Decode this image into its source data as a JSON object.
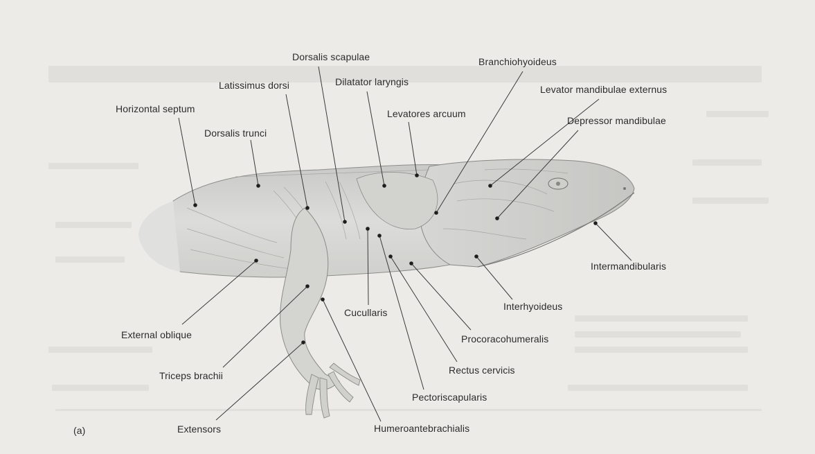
{
  "figure": {
    "panel_label": "(a)",
    "labels": {
      "dorsalis_scapulae": "Dorsalis scapulae",
      "branchiohyoideus": "Branchiohyoideus",
      "dilatator_laryngis": "Dilatator laryngis",
      "latissimus_dorsi": "Latissimus dorsi",
      "levator_mandibulae_externus": "Levator mandibulae externus",
      "horizontal_septum": "Horizontal septum",
      "levatores_arcuum": "Levatores arcuum",
      "depressor_mandibulae": "Depressor mandibulae",
      "dorsalis_trunci": "Dorsalis trunci",
      "intermandibularis": "Intermandibularis",
      "interhyoideus": "Interhyoideus",
      "cucullaris": "Cucullaris",
      "external_oblique": "External oblique",
      "procoracohumeralis": "Procoracohumeralis",
      "triceps_brachii": "Triceps brachii",
      "rectus_cervicis": "Rectus cervicis",
      "pectoriscapularis": "Pectoriscapularis",
      "extensors": "Extensors",
      "humeroantebrachialis": "Humeroantebrachialis"
    }
  }
}
